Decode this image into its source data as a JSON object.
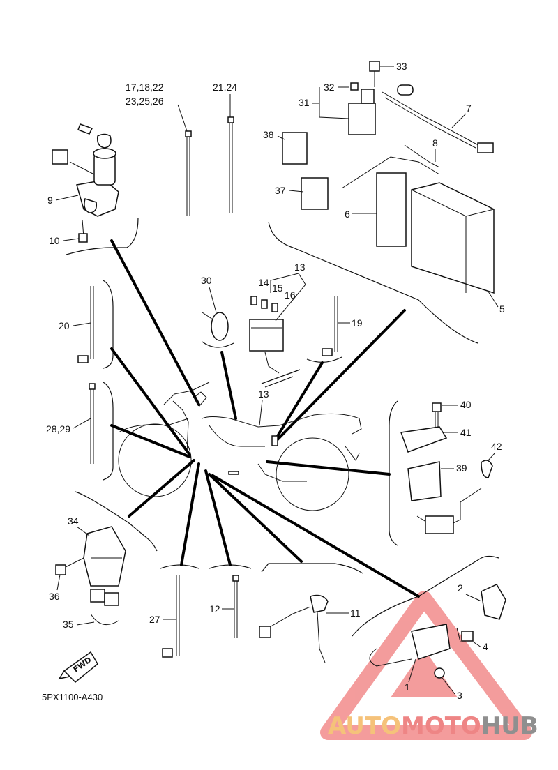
{
  "diagram_code": "5PX1100-A430",
  "fwd_label": "FWD",
  "watermark": {
    "part1": "AUTO",
    "part2": "MOTO",
    "part3": "HUB"
  },
  "labels": {
    "p1": "1",
    "p2": "2",
    "p3": "3",
    "p4": "4",
    "p5": "5",
    "p6": "6",
    "p7": "7",
    "p8": "8",
    "p9": "9",
    "p10": "10",
    "p11": "11",
    "p12": "12",
    "p13a": "13",
    "p13b": "13",
    "p14": "14",
    "p15": "15",
    "p16": "16",
    "p17": "17,18,22",
    "p23": "23,25,26",
    "p19": "19",
    "p20": "20",
    "p21": "21,24",
    "p27": "27",
    "p28": "28,29",
    "p30": "30",
    "p31": "31",
    "p32": "32",
    "p33": "33",
    "p34": "34",
    "p35": "35",
    "p36": "36",
    "p37": "37",
    "p38": "38",
    "p39": "39",
    "p40": "40",
    "p41": "41",
    "p42": "42"
  },
  "colors": {
    "line": "#111111",
    "watermark_triangle": "#f28b8b",
    "watermark_auto": "#f5c27a",
    "watermark_moto": "#ee8585",
    "watermark_hub": "#8f8f8f"
  }
}
